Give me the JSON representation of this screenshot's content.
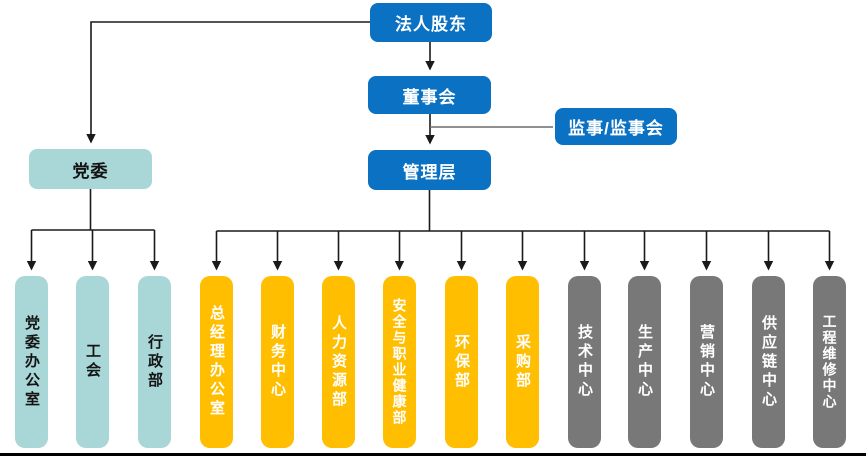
{
  "diagram": {
    "type": "org-chart",
    "nodes": {
      "shareholder": {
        "label": "法人股东"
      },
      "board": {
        "label": "董事会"
      },
      "supervisors": {
        "label": "监事/监事会"
      },
      "management": {
        "label": "管理层"
      },
      "party_committee": {
        "label": "党委"
      }
    },
    "departments": [
      {
        "label": "党委办公室",
        "branch": "party",
        "color": "#A9D6D6"
      },
      {
        "label": "工会",
        "branch": "party",
        "color": "#A9D6D6"
      },
      {
        "label": "行政部",
        "branch": "party",
        "color": "#A9D6D6"
      },
      {
        "label": "总经理办公室",
        "branch": "management",
        "color": "#FFBE00"
      },
      {
        "label": "财务中心",
        "branch": "management",
        "color": "#FFBE00"
      },
      {
        "label": "人力资源部",
        "branch": "management",
        "color": "#FFBE00"
      },
      {
        "label": "安全与职业健康部",
        "branch": "management",
        "color": "#FFBE00"
      },
      {
        "label": "环保部",
        "branch": "management",
        "color": "#FFBE00"
      },
      {
        "label": "采购部",
        "branch": "management",
        "color": "#FFBE00"
      },
      {
        "label": "技术中心",
        "branch": "management",
        "color": "#787878"
      },
      {
        "label": "生产中心",
        "branch": "management",
        "color": "#787878"
      },
      {
        "label": "营销中心",
        "branch": "management",
        "color": "#787878"
      },
      {
        "label": "供应链中心",
        "branch": "management",
        "color": "#787878"
      },
      {
        "label": "工程维修中心",
        "branch": "management",
        "color": "#787878"
      }
    ],
    "edges": [
      "法人股东 -> 董事会",
      "法人股东 -> 党委",
      "董事会 -> 管理层",
      "董事会 - 监事/监事会",
      "党委 -> 党委办公室/工会/行政部",
      "管理层 -> 总经理办公室/财务中心/人力资源部/安全与职业健康部/环保部/采购部/技术中心/生产中心/营销中心/供应链中心/工程维修中心"
    ],
    "colors": {
      "primary_blue": "#0A71C3",
      "party_teal": "#A9D6D6",
      "functional_orange": "#FFBE00",
      "business_gray": "#787878",
      "connector_black": "#1a1a1a",
      "supervisor_link_gray": "#6b6b6b"
    }
  }
}
